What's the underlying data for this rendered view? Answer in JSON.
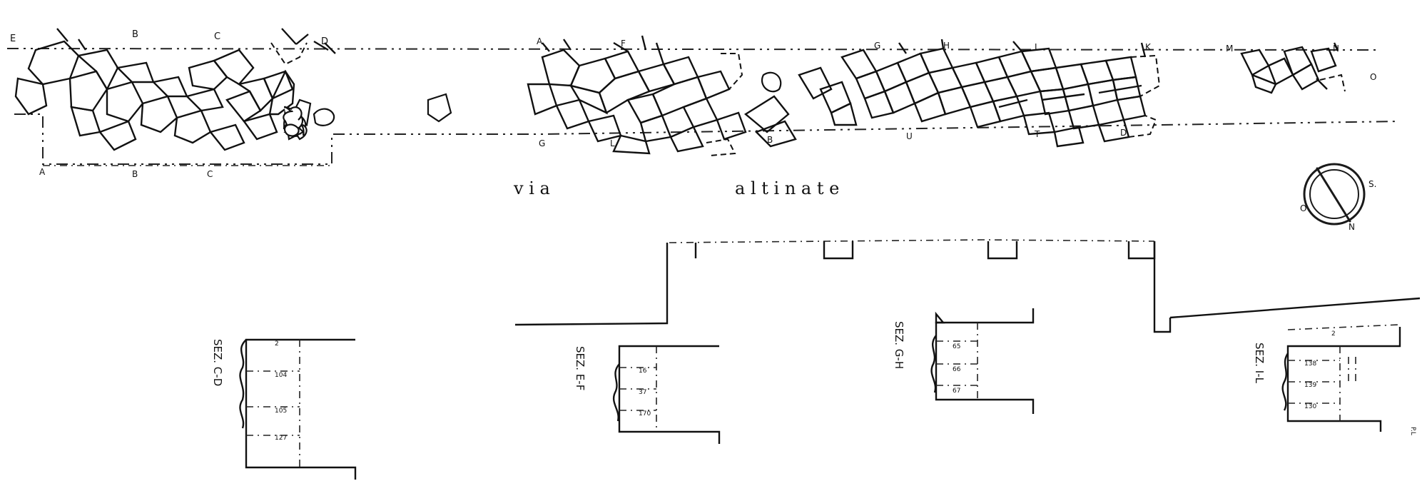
{
  "street": {
    "word1": "v i a",
    "word2": "a l t i n a t e"
  },
  "axis_markers_top": [
    "E",
    "B",
    "C",
    "D",
    "A",
    "F",
    "G",
    "H",
    "I",
    "K",
    "M",
    "N",
    "O"
  ],
  "axis_markers_bottom": [
    "A",
    "B",
    "C",
    "G",
    "L",
    "B",
    "U",
    "T",
    "D"
  ],
  "compass": {
    "label_right": "S.",
    "label_left": "O",
    "label_bottom": "N"
  },
  "section_labels": [
    "SEZ. C-D",
    "SEZ. E-F",
    "SEZ. G-H",
    "SEZ. I-L"
  ],
  "section_values": {
    "s1": [
      "2",
      "104",
      "105",
      "127"
    ],
    "s2": [
      "16",
      "37",
      "170"
    ],
    "s3": [
      "65",
      "66",
      "67"
    ],
    "s4": [
      "2",
      "138",
      "139",
      "130"
    ]
  },
  "scale_note": "P.L"
}
